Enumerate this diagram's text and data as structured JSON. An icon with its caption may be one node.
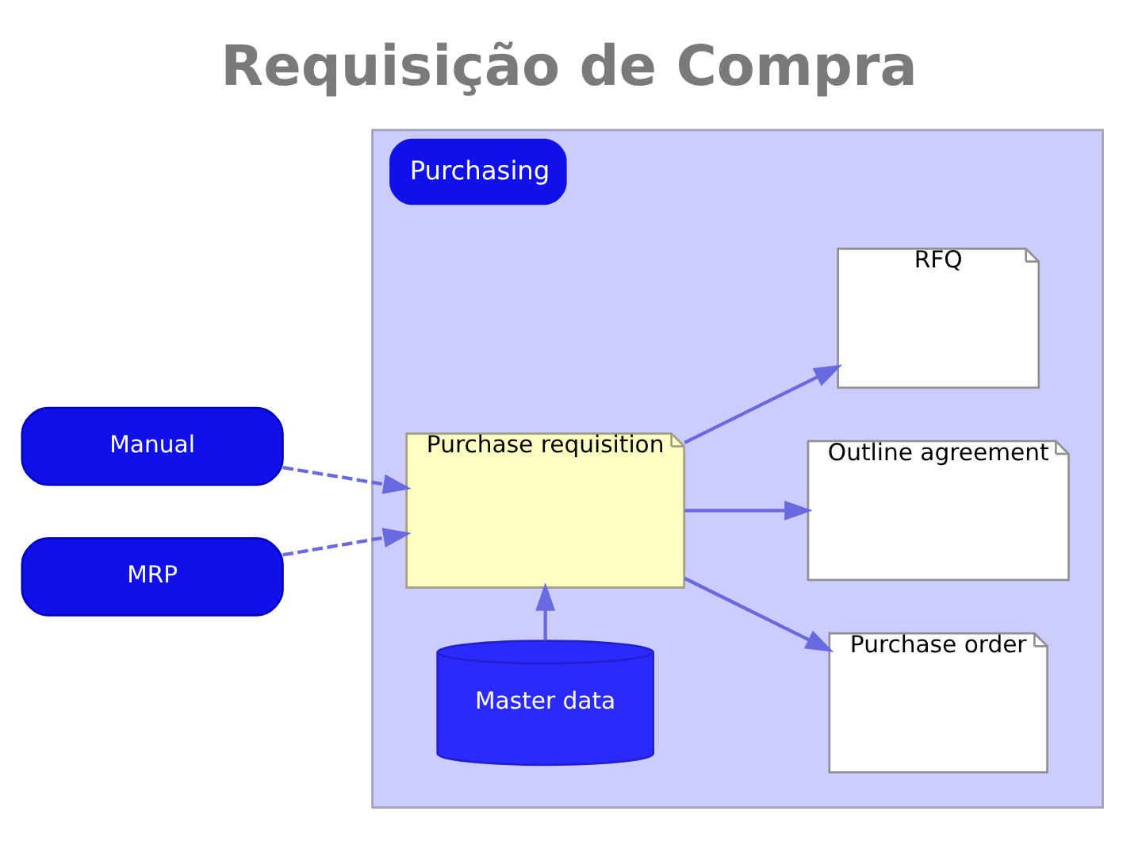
{
  "diagram": {
    "title": "Requisição de Compra",
    "nodes": [
      {
        "text": [
          "Purchasing"
        ]
      },
      {
        "text": [
          "Manual"
        ]
      },
      {
        "text": [
          "MRP"
        ]
      },
      {
        "text": [
          "Purchase requisition"
        ],
        "in": 0
      },
      {
        "text": [
          "Master data"
        ],
        "in": 0
      },
      {
        "text": [
          "RFQ"
        ],
        "in": 0
      },
      {
        "text": [
          "Outline agreement"
        ],
        "in": 0
      },
      {
        "text": [
          "Purchase order"
        ],
        "in": 0
      }
    ],
    "edges": [
      {
        "from": 1,
        "to": 3,
        "arrow": "to",
        "style": "dashed"
      },
      {
        "from": 2,
        "to": 3,
        "arrow": "to",
        "style": "dashed"
      },
      {
        "from": 4,
        "to": 3,
        "arrow": "to"
      },
      {
        "from": 3,
        "to": 5,
        "arrow": "to"
      },
      {
        "from": 3,
        "to": 6,
        "arrow": "to"
      },
      {
        "from": 3,
        "to": 7,
        "arrow": "to"
      }
    ]
  }
}
